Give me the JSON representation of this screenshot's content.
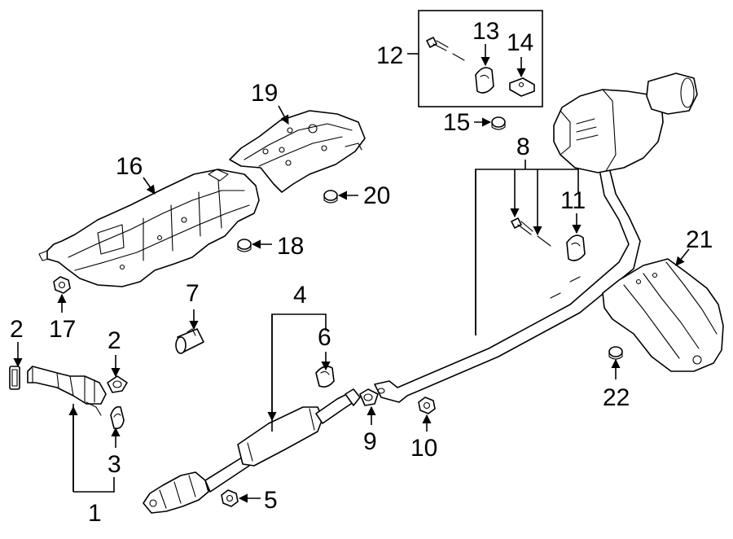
{
  "callouts": {
    "c1": "1",
    "c2a": "2",
    "c2b": "2",
    "c3": "3",
    "c4": "4",
    "c5": "5",
    "c6": "6",
    "c7": "7",
    "c8": "8",
    "c9": "9",
    "c10": "10",
    "c11": "11",
    "c12": "12",
    "c13": "13",
    "c14": "14",
    "c15": "15",
    "c16": "16",
    "c17": "17",
    "c18": "18",
    "c19": "19",
    "c20": "20",
    "c21": "21",
    "c22": "22"
  }
}
